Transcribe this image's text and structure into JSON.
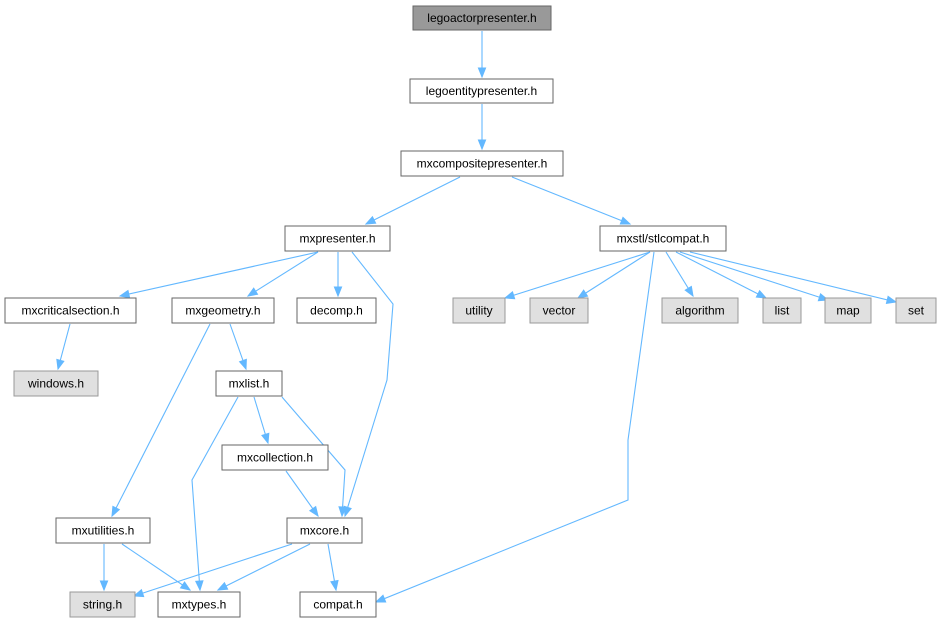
{
  "colors": {
    "edge": "#63b8ff",
    "root_fill": "#999999",
    "root_stroke": "#666666",
    "node_fill": "#ffffff",
    "node_stroke": "#666666",
    "external_fill": "#e0e0e0",
    "external_stroke": "#999999"
  },
  "nodes": [
    {
      "id": "legoactorpresenter",
      "label": "legoactorpresenter.h",
      "kind": "root"
    },
    {
      "id": "legoentitypresenter",
      "label": "legoentitypresenter.h",
      "kind": "normal"
    },
    {
      "id": "mxcompositepresenter",
      "label": "mxcompositepresenter.h",
      "kind": "normal"
    },
    {
      "id": "mxpresenter",
      "label": "mxpresenter.h",
      "kind": "normal"
    },
    {
      "id": "stlcompat",
      "label": "mxstl/stlcompat.h",
      "kind": "normal"
    },
    {
      "id": "mxcriticalsection",
      "label": "mxcriticalsection.h",
      "kind": "normal"
    },
    {
      "id": "mxgeometry",
      "label": "mxgeometry.h",
      "kind": "normal"
    },
    {
      "id": "decomp",
      "label": "decomp.h",
      "kind": "normal"
    },
    {
      "id": "utility",
      "label": "utility",
      "kind": "external"
    },
    {
      "id": "vector",
      "label": "vector",
      "kind": "external"
    },
    {
      "id": "algorithm",
      "label": "algorithm",
      "kind": "external"
    },
    {
      "id": "list",
      "label": "list",
      "kind": "external"
    },
    {
      "id": "map",
      "label": "map",
      "kind": "external"
    },
    {
      "id": "set",
      "label": "set",
      "kind": "external"
    },
    {
      "id": "windows",
      "label": "windows.h",
      "kind": "external"
    },
    {
      "id": "mxlist",
      "label": "mxlist.h",
      "kind": "normal"
    },
    {
      "id": "mxcollection",
      "label": "mxcollection.h",
      "kind": "normal"
    },
    {
      "id": "mxutilities",
      "label": "mxutilities.h",
      "kind": "normal"
    },
    {
      "id": "mxcore",
      "label": "mxcore.h",
      "kind": "normal"
    },
    {
      "id": "string",
      "label": "string.h",
      "kind": "external"
    },
    {
      "id": "mxtypes",
      "label": "mxtypes.h",
      "kind": "normal"
    },
    {
      "id": "compat",
      "label": "compat.h",
      "kind": "normal"
    }
  ],
  "edges": [
    {
      "from": "legoactorpresenter",
      "to": "legoentitypresenter"
    },
    {
      "from": "legoentitypresenter",
      "to": "mxcompositepresenter"
    },
    {
      "from": "mxcompositepresenter",
      "to": "mxpresenter"
    },
    {
      "from": "mxcompositepresenter",
      "to": "stlcompat"
    },
    {
      "from": "mxpresenter",
      "to": "mxcriticalsection"
    },
    {
      "from": "mxpresenter",
      "to": "mxgeometry"
    },
    {
      "from": "mxpresenter",
      "to": "decomp"
    },
    {
      "from": "mxpresenter",
      "to": "mxcore"
    },
    {
      "from": "stlcompat",
      "to": "utility"
    },
    {
      "from": "stlcompat",
      "to": "vector"
    },
    {
      "from": "stlcompat",
      "to": "algorithm"
    },
    {
      "from": "stlcompat",
      "to": "list"
    },
    {
      "from": "stlcompat",
      "to": "map"
    },
    {
      "from": "stlcompat",
      "to": "set"
    },
    {
      "from": "stlcompat",
      "to": "compat"
    },
    {
      "from": "mxcriticalsection",
      "to": "windows"
    },
    {
      "from": "mxgeometry",
      "to": "mxlist"
    },
    {
      "from": "mxgeometry",
      "to": "mxutilities"
    },
    {
      "from": "mxlist",
      "to": "mxcollection"
    },
    {
      "from": "mxlist",
      "to": "mxcore"
    },
    {
      "from": "mxlist",
      "to": "mxtypes"
    },
    {
      "from": "mxcollection",
      "to": "mxcore"
    },
    {
      "from": "mxutilities",
      "to": "string"
    },
    {
      "from": "mxutilities",
      "to": "mxtypes"
    },
    {
      "from": "mxcore",
      "to": "string"
    },
    {
      "from": "mxcore",
      "to": "mxtypes"
    },
    {
      "from": "mxcore",
      "to": "compat"
    }
  ]
}
